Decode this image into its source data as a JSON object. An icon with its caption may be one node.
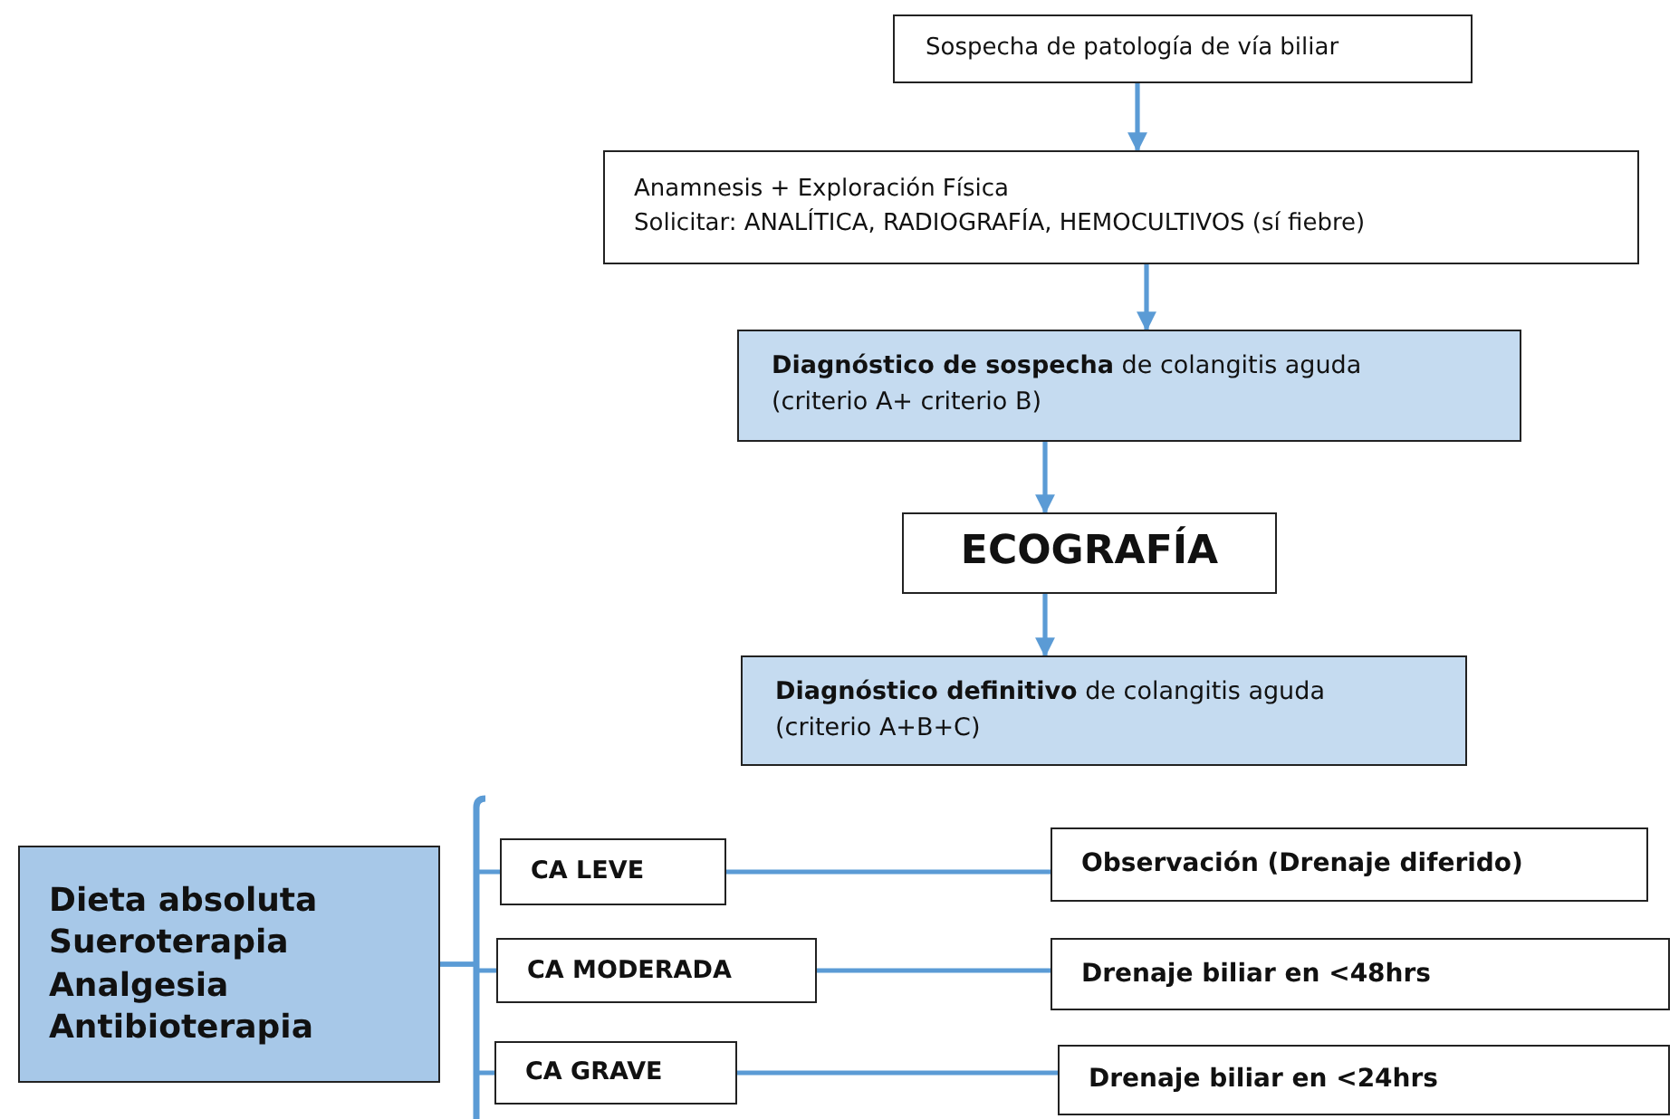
{
  "diagram": {
    "nodes": [
      {
        "text": [
          "Sospecha de patología de vía biliar"
        ]
      },
      {
        "text": [
          "Anamnesis + Exploración Física",
          "Solicitar: ANALÍTICA, RADIOGRAFÍA, HEMOCULTIVOS (sí fiebre)"
        ]
      },
      {
        "text": [
          "**Diagnóstico de sospecha** de colangitis aguda",
          "(criterio A+ criterio B)"
        ]
      },
      {
        "text": [
          "ECOGRAFÍA"
        ]
      },
      {
        "text": [
          "**Diagnóstico definitivo** de colangitis aguda",
          "(criterio A+B+C)"
        ]
      },
      {
        "text": [
          "Dieta absoluta",
          "Sueroterapia",
          "Analgesia",
          "Antibioterapia"
        ]
      },
      {
        "text": [
          "CA LEVE"
        ]
      },
      {
        "text": [
          "CA MODERADA"
        ]
      },
      {
        "text": [
          "CA GRAVE"
        ]
      },
      {
        "text": [
          "Observación (Drenaje diferido)"
        ]
      },
      {
        "text": [
          "Drenaje biliar en <48hrs"
        ]
      },
      {
        "text": [
          "Drenaje biliar en <24hrs"
        ]
      }
    ],
    "edges": [
      {
        "from": 0,
        "to": 1,
        "arrow": "to"
      },
      {
        "from": 1,
        "to": 2,
        "arrow": "to"
      },
      {
        "from": 2,
        "to": 3,
        "arrow": "to"
      },
      {
        "from": 3,
        "to": 4,
        "arrow": "to"
      },
      {
        "from": 5,
        "to": 6,
        "arrow": "none"
      },
      {
        "from": 5,
        "to": 7,
        "arrow": "none"
      },
      {
        "from": 5,
        "to": 8,
        "arrow": "none"
      },
      {
        "from": 6,
        "to": 9,
        "arrow": "none"
      },
      {
        "from": 7,
        "to": 10,
        "arrow": "none"
      },
      {
        "from": 8,
        "to": 11,
        "arrow": "none"
      }
    ]
  }
}
